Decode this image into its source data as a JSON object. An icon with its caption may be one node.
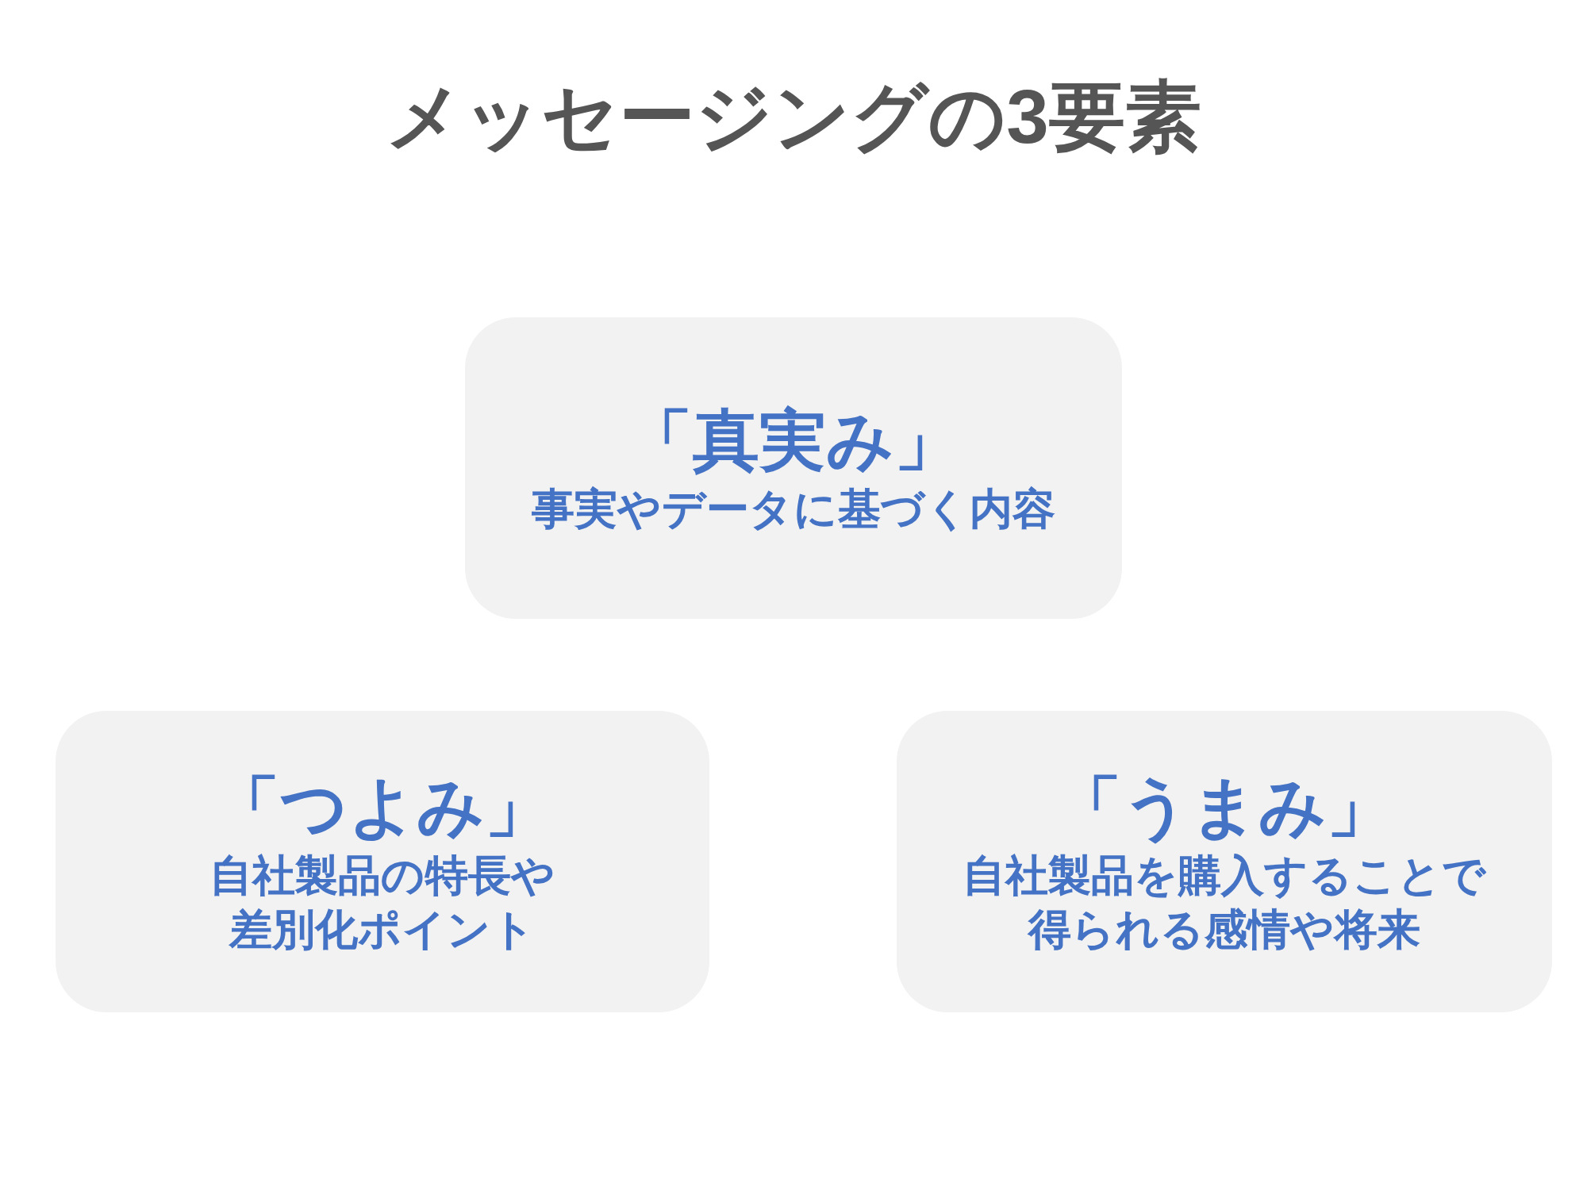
{
  "diagram": {
    "title": "メッセージングの3要素",
    "nodes": [
      {
        "text": [
          "「真実み」",
          "事実やデータに基づく内容"
        ]
      },
      {
        "text": [
          "「つよみ」",
          "自社製品の特長や差別化ポイント"
        ]
      },
      {
        "text": [
          "「うまみ」",
          "自社製品を購入することで得られる感情や将来"
        ]
      }
    ]
  }
}
